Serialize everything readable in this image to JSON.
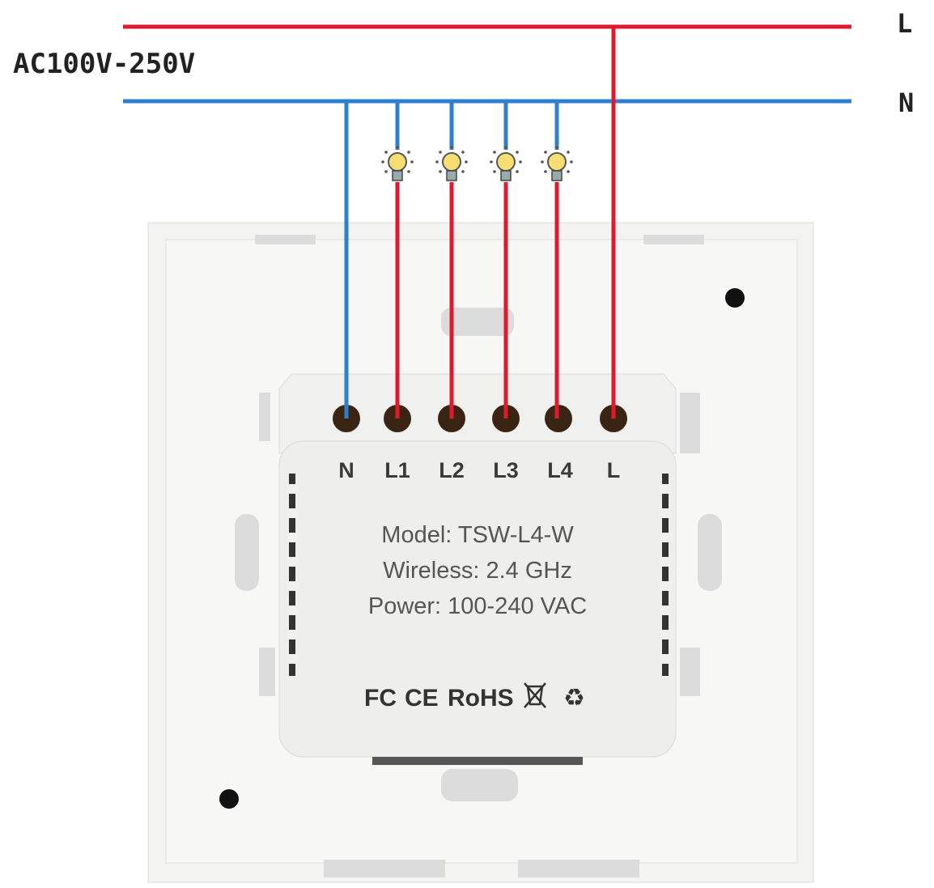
{
  "supply": {
    "voltage_label": "AC100V-250V",
    "line_label": "L",
    "neutral_label": "N"
  },
  "terminals": [
    "N",
    "L1",
    "L2",
    "L3",
    "L4",
    "L"
  ],
  "device_label": {
    "model": "Model: TSW-L4-W",
    "wireless": "Wireless: 2.4 GHz",
    "power": "Power: 100-240 VAC"
  },
  "certifications": [
    "FC",
    "CE",
    "RoHS"
  ],
  "icons": [
    "lightbulb-icon",
    "weee-bin-icon",
    "recycle-icon"
  ],
  "colors": {
    "live": "#e0192d",
    "neutral": "#2f7fd0",
    "plate": "#f2f2f0"
  }
}
